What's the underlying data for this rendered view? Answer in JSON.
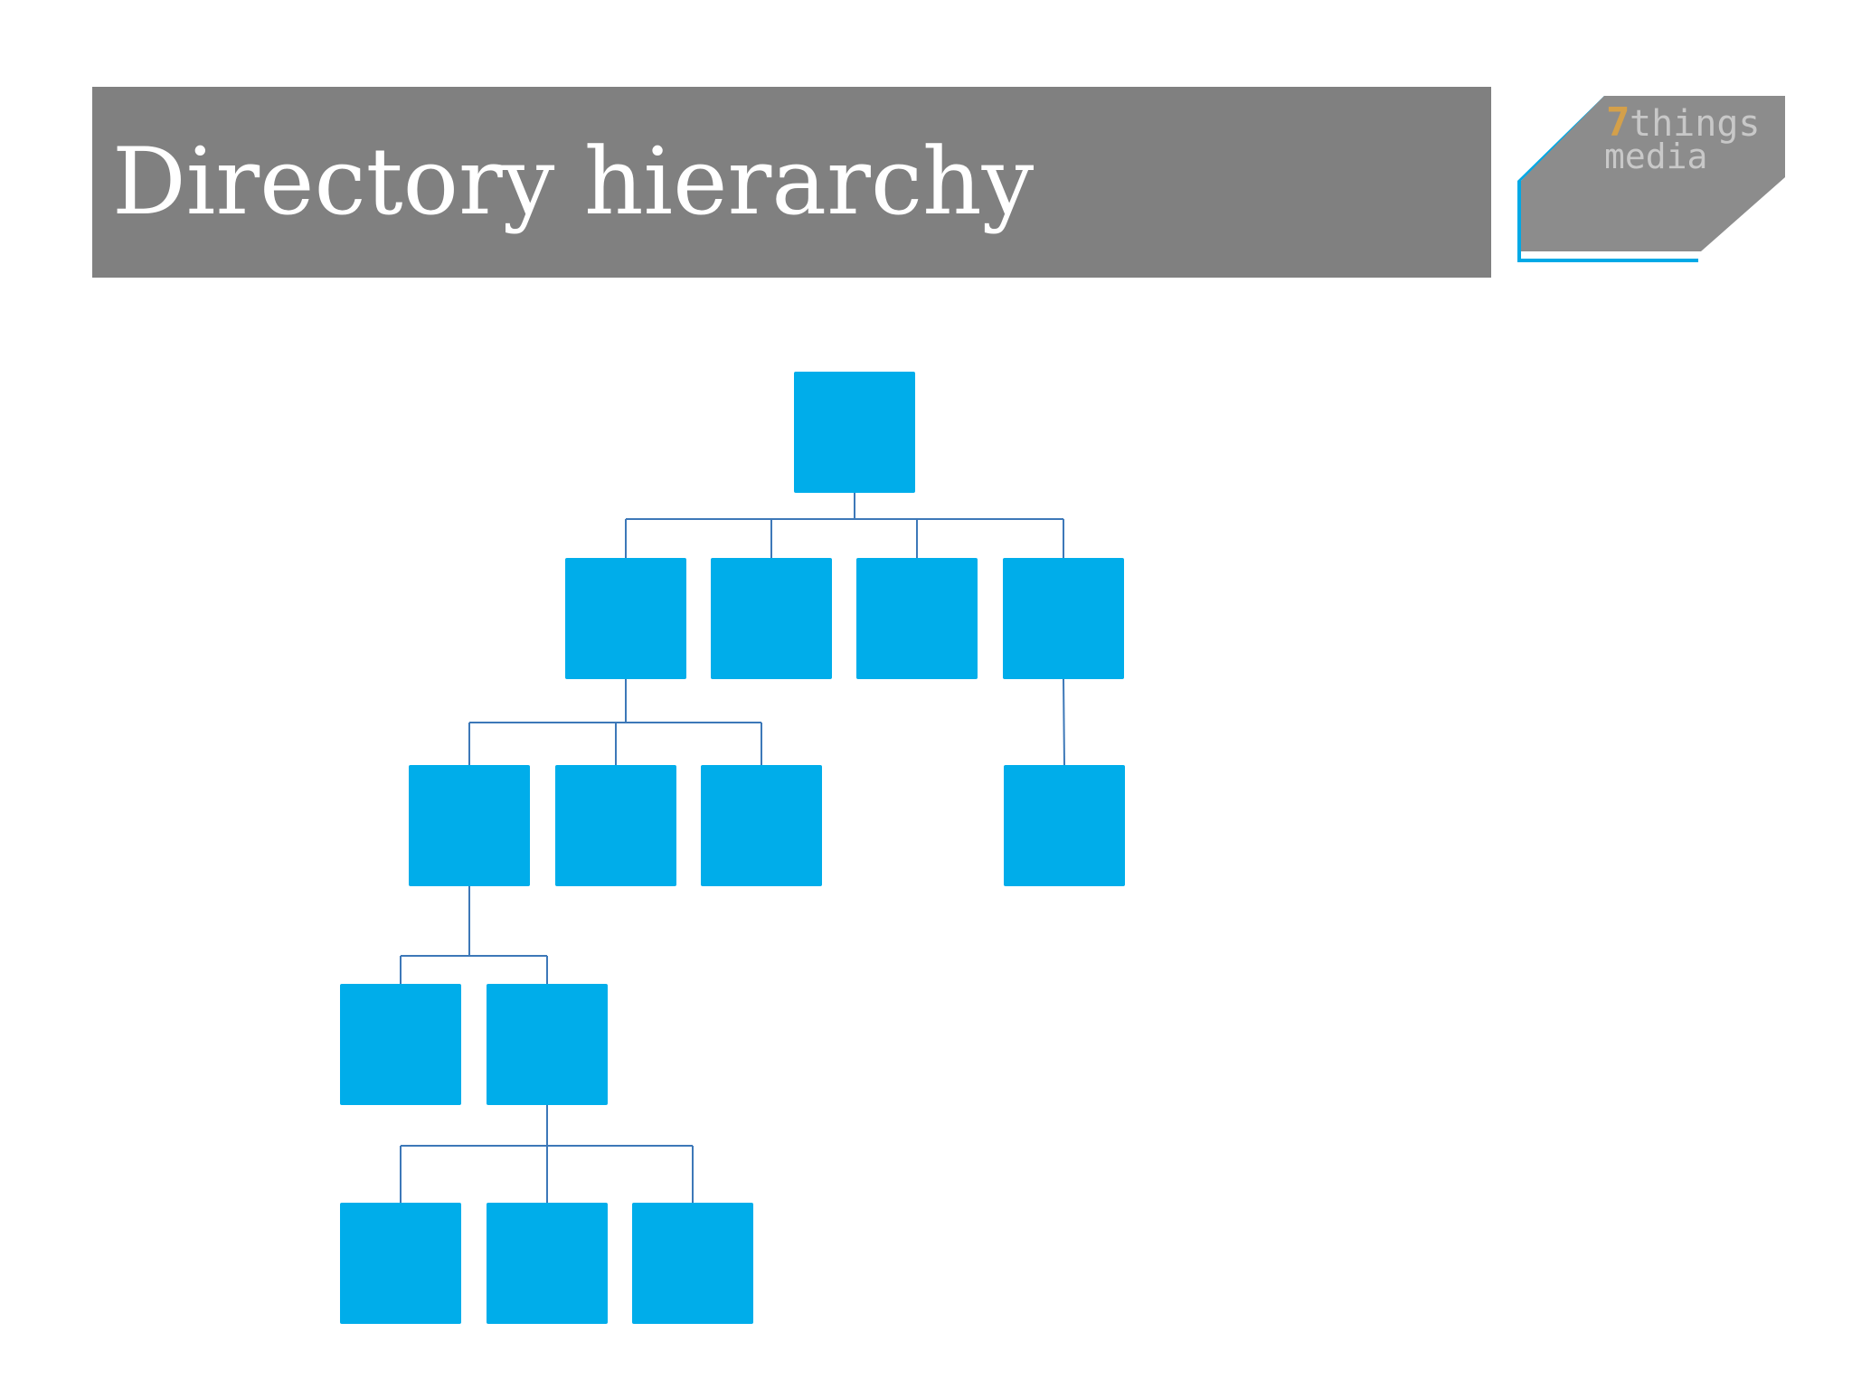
{
  "slide": {
    "title": "Directory hierarchy"
  },
  "logo": {
    "number": "7",
    "word_top": "things",
    "word_bottom": "media",
    "colors": {
      "plate": "#8c8c8c",
      "accent": "#00a9e6",
      "number": "#d4a04a",
      "text": "#c8c8c8"
    }
  },
  "diagram": {
    "type": "tree",
    "node_color": "#00adea",
    "connector_color": "#3d78b8",
    "root": {
      "id": "root",
      "children": [
        {
          "id": "a",
          "children": [
            {
              "id": "a1",
              "children": [
                {
                  "id": "a1x",
                  "children": []
                },
                {
                  "id": "a1y",
                  "children": [
                    {
                      "id": "a1y1",
                      "children": []
                    },
                    {
                      "id": "a1y2",
                      "children": []
                    },
                    {
                      "id": "a1y3",
                      "children": []
                    }
                  ]
                }
              ]
            },
            {
              "id": "a2",
              "children": []
            },
            {
              "id": "a3",
              "children": []
            }
          ]
        },
        {
          "id": "b",
          "children": []
        },
        {
          "id": "c",
          "children": []
        },
        {
          "id": "d",
          "children": [
            {
              "id": "d1",
              "children": []
            }
          ]
        }
      ]
    }
  }
}
